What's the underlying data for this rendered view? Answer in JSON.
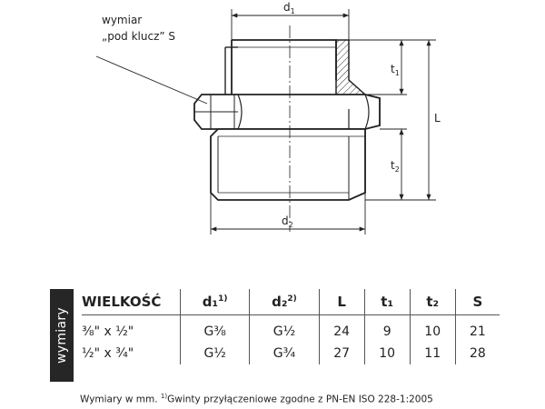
{
  "drawing": {
    "callout_line1": "wymiar",
    "callout_line2": "„pod klucz” S",
    "labels": {
      "d1": "d",
      "d1_sub": "1",
      "d2": "d",
      "d2_sub": "2",
      "t1": "t",
      "t1_sub": "1",
      "t2": "t",
      "t2_sub": "2",
      "L": "L"
    }
  },
  "side_tab": "wymiary",
  "table": {
    "headers": {
      "size": "WIELKOŚĆ",
      "d1": "d₁",
      "d1_note": "1)",
      "d2": "d₂",
      "d2_note": "2)",
      "L": "L",
      "t1": "t₁",
      "t2": "t₂",
      "S": "S"
    },
    "rows": [
      {
        "size": "⅜\" x ½\"",
        "d1": "G⅜",
        "d2": "G½",
        "L": "24",
        "t1": "9",
        "t2": "10",
        "S": "21"
      },
      {
        "size": "½\" x ¾\"",
        "d1": "G½",
        "d2": "G¾",
        "L": "27",
        "t1": "10",
        "t2": "11",
        "S": "28"
      }
    ]
  },
  "footnote": {
    "text1": "Wymiary w mm. ",
    "note": "1)",
    "text2": "Gwinty przyłączeniowe zgodne z PN-EN ISO 228-1:2005"
  }
}
